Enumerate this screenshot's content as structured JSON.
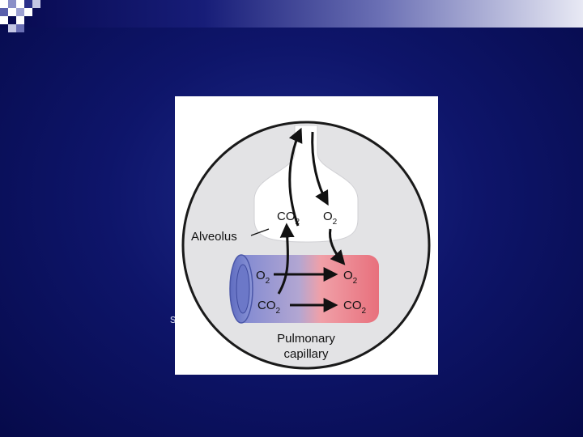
{
  "slide": {
    "stray_text": "s"
  },
  "diagram": {
    "label_alveolus": "Alveolus",
    "label_capillary_line1": "Pulmonary",
    "label_capillary_line2": "capillary",
    "alveolus_co2": "CO",
    "alveolus_co2_sub": "2",
    "alveolus_o2": "O",
    "alveolus_o2_sub": "2",
    "cap_o2_left": "O",
    "cap_o2_left_sub": "2",
    "cap_o2_right": "O",
    "cap_o2_right_sub": "2",
    "cap_co2_left": "CO",
    "cap_co2_left_sub": "2",
    "cap_co2_right": "CO",
    "cap_co2_right_sub": "2"
  },
  "colors": {
    "background": "#0e156a",
    "vessel_blue": "#7a86d2",
    "vessel_red": "#e8707c"
  }
}
